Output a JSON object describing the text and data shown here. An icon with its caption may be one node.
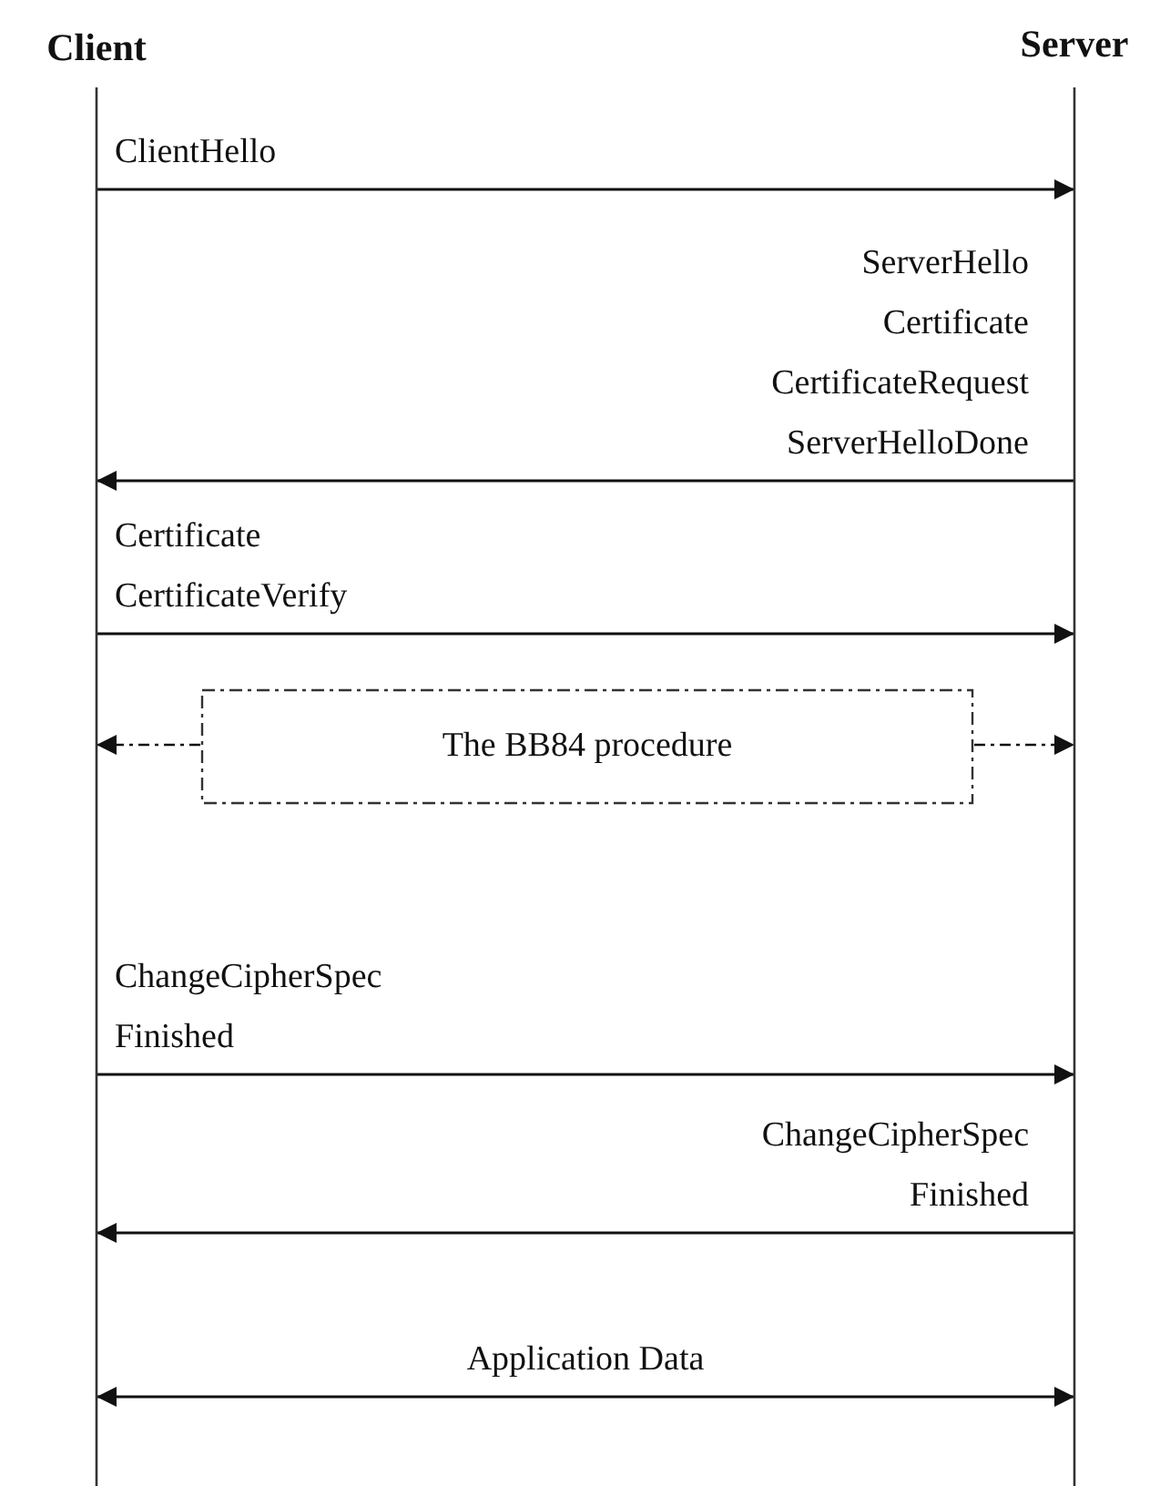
{
  "diagram": {
    "nodes": [
      {
        "text": [
          "Client"
        ]
      },
      {
        "text": [
          "Server"
        ]
      },
      {
        "text": [
          "The BB84 procedure"
        ]
      }
    ],
    "edges": [
      {
        "from": 0,
        "to": 1,
        "arrow": "to",
        "label": "ClientHello"
      },
      {
        "from": 1,
        "to": 0,
        "arrow": "to",
        "label": "ServerHello Certificate CertificateRequest ServerHelloDone"
      },
      {
        "from": 0,
        "to": 1,
        "arrow": "to",
        "label": "Certificate CertificateVerify"
      },
      {
        "from": 2,
        "to": 0,
        "arrow": "to",
        "style": "dashed"
      },
      {
        "from": 2,
        "to": 1,
        "arrow": "to",
        "style": "dashed"
      },
      {
        "from": 0,
        "to": 1,
        "arrow": "to",
        "label": "ChangeCipherSpec Finished"
      },
      {
        "from": 1,
        "to": 0,
        "arrow": "to",
        "label": "ChangeCipherSpec Finished"
      },
      {
        "from": 0,
        "to": 1,
        "arrow": "both",
        "label": "Application Data"
      }
    ]
  }
}
